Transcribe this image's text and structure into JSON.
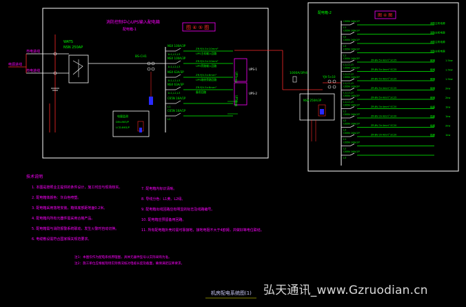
{
  "left_cabinet": {
    "title": "消防控制中心UPS输入配电箱",
    "code": "配电箱-1",
    "stamp": "图 ④ ⑤ 图",
    "left_labels": [
      "市电进线",
      "电源进线",
      "市电进线"
    ],
    "ats": [
      "WATS",
      "NSN 250AP"
    ],
    "breaker_top": "BS-CH1",
    "branches": [
      {
        "brk": "NSX 100A/3P",
        "sub": "1L1,L2,L3",
        "cable": "ZR-YJV-5×10mm²",
        "desc": "UPS主机输入回路"
      },
      {
        "brk": "NSX 100A/3P",
        "sub": "1L1,L2,L3",
        "cable": "ZR-YJV-5×10mm²",
        "desc": "UPS旁路输入回路"
      },
      {
        "brk": "NSX 63A/3P",
        "sub": "1L1,L2,L3",
        "cable": "ZR-YJV-5×6mm²",
        "desc": "UPS维修旁路回路"
      },
      {
        "brk": "NSX 63A/3P",
        "sub": "1L1,L2,L3",
        "cable": "ZR-YJV-5×6mm²",
        "desc": "备用回路"
      },
      {
        "brk": "C65N 16A/1P",
        "sub": "L1",
        "cable": "",
        "desc": ""
      },
      {
        "brk": "C65N 16A/1P",
        "sub": "L2",
        "cable": "",
        "desc": ""
      }
    ],
    "ups_box_labels": [
      "UPS主机",
      "UPS旁路"
    ],
    "side_codes": [
      "UPS-1",
      "UPS-2"
    ],
    "meter_box": [
      "电量监测",
      "DIN-863/P",
      "LCD-863/P"
    ]
  },
  "right_cabinet": {
    "code": "配电箱-2",
    "stamp": "图 ④ 图",
    "incoming": "1000A/3P/4",
    "cable_in": "YJV-5×10",
    "main_box": [
      "NSX 250A/3P",
      "",
      ""
    ],
    "branches": [
      {
        "brk": "C65N 16A/1P",
        "sub": "L1",
        "cable": "",
        "desc": "消防主机电源",
        "kw": ""
      },
      {
        "brk": "C65N 16A/1P",
        "sub": "L2",
        "cable": "",
        "desc": "消防主机电源",
        "kw": ""
      },
      {
        "brk": "C65N 16A/1P",
        "sub": "L3",
        "cable": "",
        "desc": "消防主机电源",
        "kw": ""
      },
      {
        "brk": "C65N 16A/1P",
        "sub": "L1",
        "cable": "",
        "desc": "消防主机电源",
        "kw": ""
      },
      {
        "brk": "C65N 16A/3P",
        "sub": "L1,L2,L3",
        "cable": "ZR-BV-5×4mm² SC25",
        "desc": "照明",
        "kw": "1.5kw"
      },
      {
        "brk": "C65N 16A/3P",
        "sub": "L1,L2,L3",
        "cable": "ZR-BV-5×4mm² SC25",
        "desc": "照明",
        "kw": "1.5kw"
      },
      {
        "brk": "C65N 16A/3P",
        "sub": "L1,L2,L3",
        "cable": "ZR-BV-5×4mm² SC25",
        "desc": "照明",
        "kw": "1.5kw"
      },
      {
        "brk": "C65N 16A/3P",
        "sub": "L1,L2,L3",
        "cable": "ZR-BV-5×4mm² SC25",
        "desc": "照明",
        "kw": "2kw"
      },
      {
        "brk": "C65N 16A/3P",
        "sub": "L1,L2,L3",
        "cable": "ZR-BV-5×4mm² SC25",
        "desc": "照明",
        "kw": "2kw"
      },
      {
        "brk": "C65N 16A/1P",
        "sub": "L1",
        "cable": "ZR-BV-3×4mm² SC20",
        "desc": "插座",
        "kw": "1kw"
      },
      {
        "brk": "C65N 16A/1P",
        "sub": "L2",
        "cable": "ZR-BV-3×4mm² SC20",
        "desc": "插座",
        "kw": "1kw"
      },
      {
        "brk": "C65N 16A/1P",
        "sub": "L3",
        "cable": "ZR-BV-3×4mm² SC20",
        "desc": "插座",
        "kw": "2kw"
      },
      {
        "brk": "C65N 16A/1P",
        "sub": "L1",
        "cable": "ZR-BV-3×4mm² SC20",
        "desc": "插座",
        "kw": "1kw"
      },
      {
        "brk": "C65N 16A/1P",
        "sub": "L2",
        "cable": "",
        "desc": "",
        "kw": ""
      },
      {
        "brk": "C65N 16A/1P",
        "sub": "L3",
        "cable": "",
        "desc": "",
        "kw": ""
      }
    ]
  },
  "notes": {
    "title": "技术说明",
    "left": [
      "1. 本图是按照业主提供的条件设计，施工时应与现场核实。",
      "2. 配电箱体颜色：灰白色喷塑。",
      "3. 配电箱采用落地安装，箱体底部距地面0.2米。",
      "4. 配电箱内所有元器件需采用合格产品。",
      "5. 配电箱需与消防报警系统联动，发生火警时自动切换。",
      "6. 电缆敷设需符合国家相关规范要求。"
    ],
    "right": [
      "7. 配电箱内标识清晰。",
      "8. 导线分色：L1黄、L2绿。",
      "9. 配电箱出线回路应有明显的标志及线路编号。",
      "10. 配电箱应预留备用回路。",
      "11. 所有配电箱外壳均需可靠接地，接地电阻不大于4欧姆，并做好等电位联结。"
    ],
    "footnotes": [
      "注1：本图仅作为配电系统原理图，具体元器件型号以实际采购为准。",
      "注2：施工单位应根据现场实际情况核对电缆长度及截面，确保满足压降要求。"
    ]
  },
  "drawing_title": "机房配电系统图(1)",
  "watermark": "弘天通讯_www.Gzruodian.cn",
  "colors": {
    "frame": "#ffffff",
    "wire": "#ff2a2a",
    "label": "#00ff00",
    "note": "#ff00ff",
    "accent": "#00ffff",
    "label_yellow": "#ffff00",
    "title_color": "#d0d0ff",
    "title_rule": "#ffff00",
    "watermark": "#d8d8d8"
  }
}
